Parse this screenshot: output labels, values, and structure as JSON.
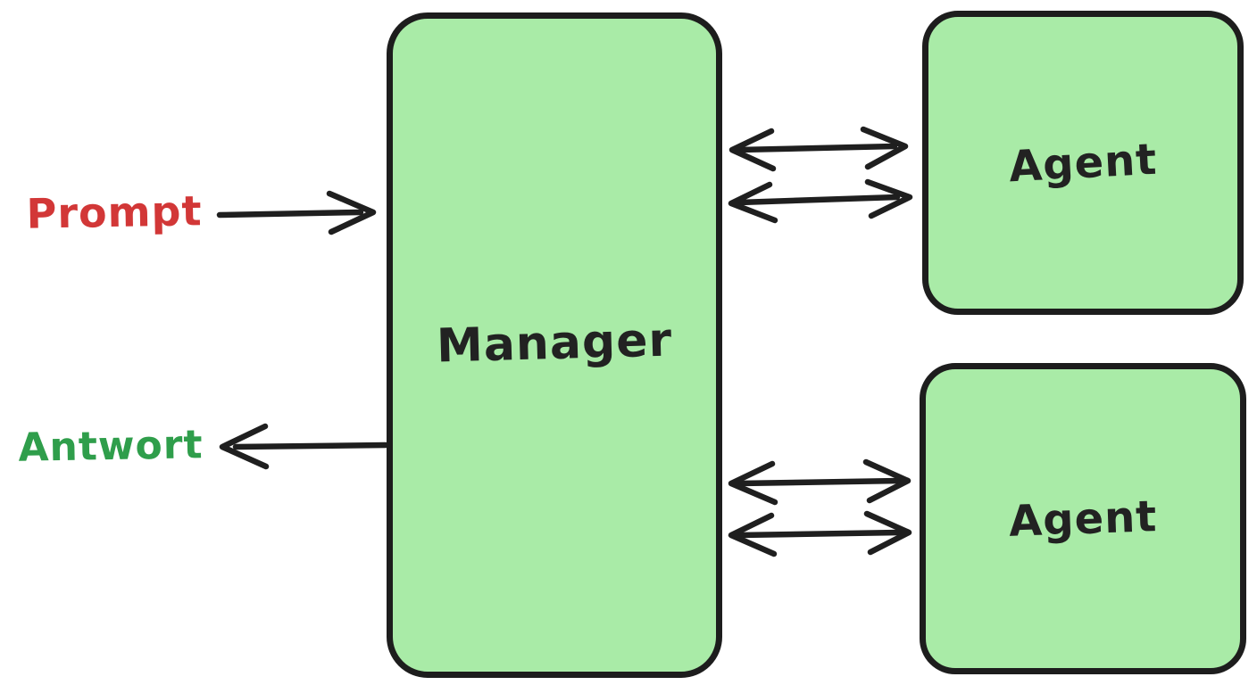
{
  "diagram": {
    "type": "flow-diagram",
    "nodes": [
      {
        "id": "manager",
        "label": "Manager",
        "shape": "rounded-rect",
        "fill": "#a9eba7"
      },
      {
        "id": "agent-top",
        "label": "Agent",
        "shape": "rounded-rect",
        "fill": "#a9eba7"
      },
      {
        "id": "agent-bottom",
        "label": "Agent",
        "shape": "rounded-rect",
        "fill": "#a9eba7"
      }
    ],
    "input_label": {
      "text": "Prompt",
      "color": "#d23737"
    },
    "output_label": {
      "text": "Antwort",
      "color": "#2f9e4b"
    },
    "edges": [
      {
        "from": "Prompt",
        "to": "Manager",
        "style": "single-arrow",
        "direction": "left-to-right"
      },
      {
        "from": "Manager",
        "to": "Antwort",
        "style": "single-arrow",
        "direction": "right-to-left"
      },
      {
        "from": "Manager",
        "to": "Agent (top)",
        "style": "pair-of-double-headed-arrows"
      },
      {
        "from": "Manager",
        "to": "Agent (bottom)",
        "style": "pair-of-double-headed-arrows"
      }
    ],
    "colors": {
      "background": "#ffffff",
      "node_fill": "#a9eba7",
      "node_border": "#1d1d1d",
      "node_text": "#222222",
      "arrow": "#1f1f1f",
      "prompt_text": "#d23737",
      "antwort_text": "#2f9e4b"
    }
  }
}
